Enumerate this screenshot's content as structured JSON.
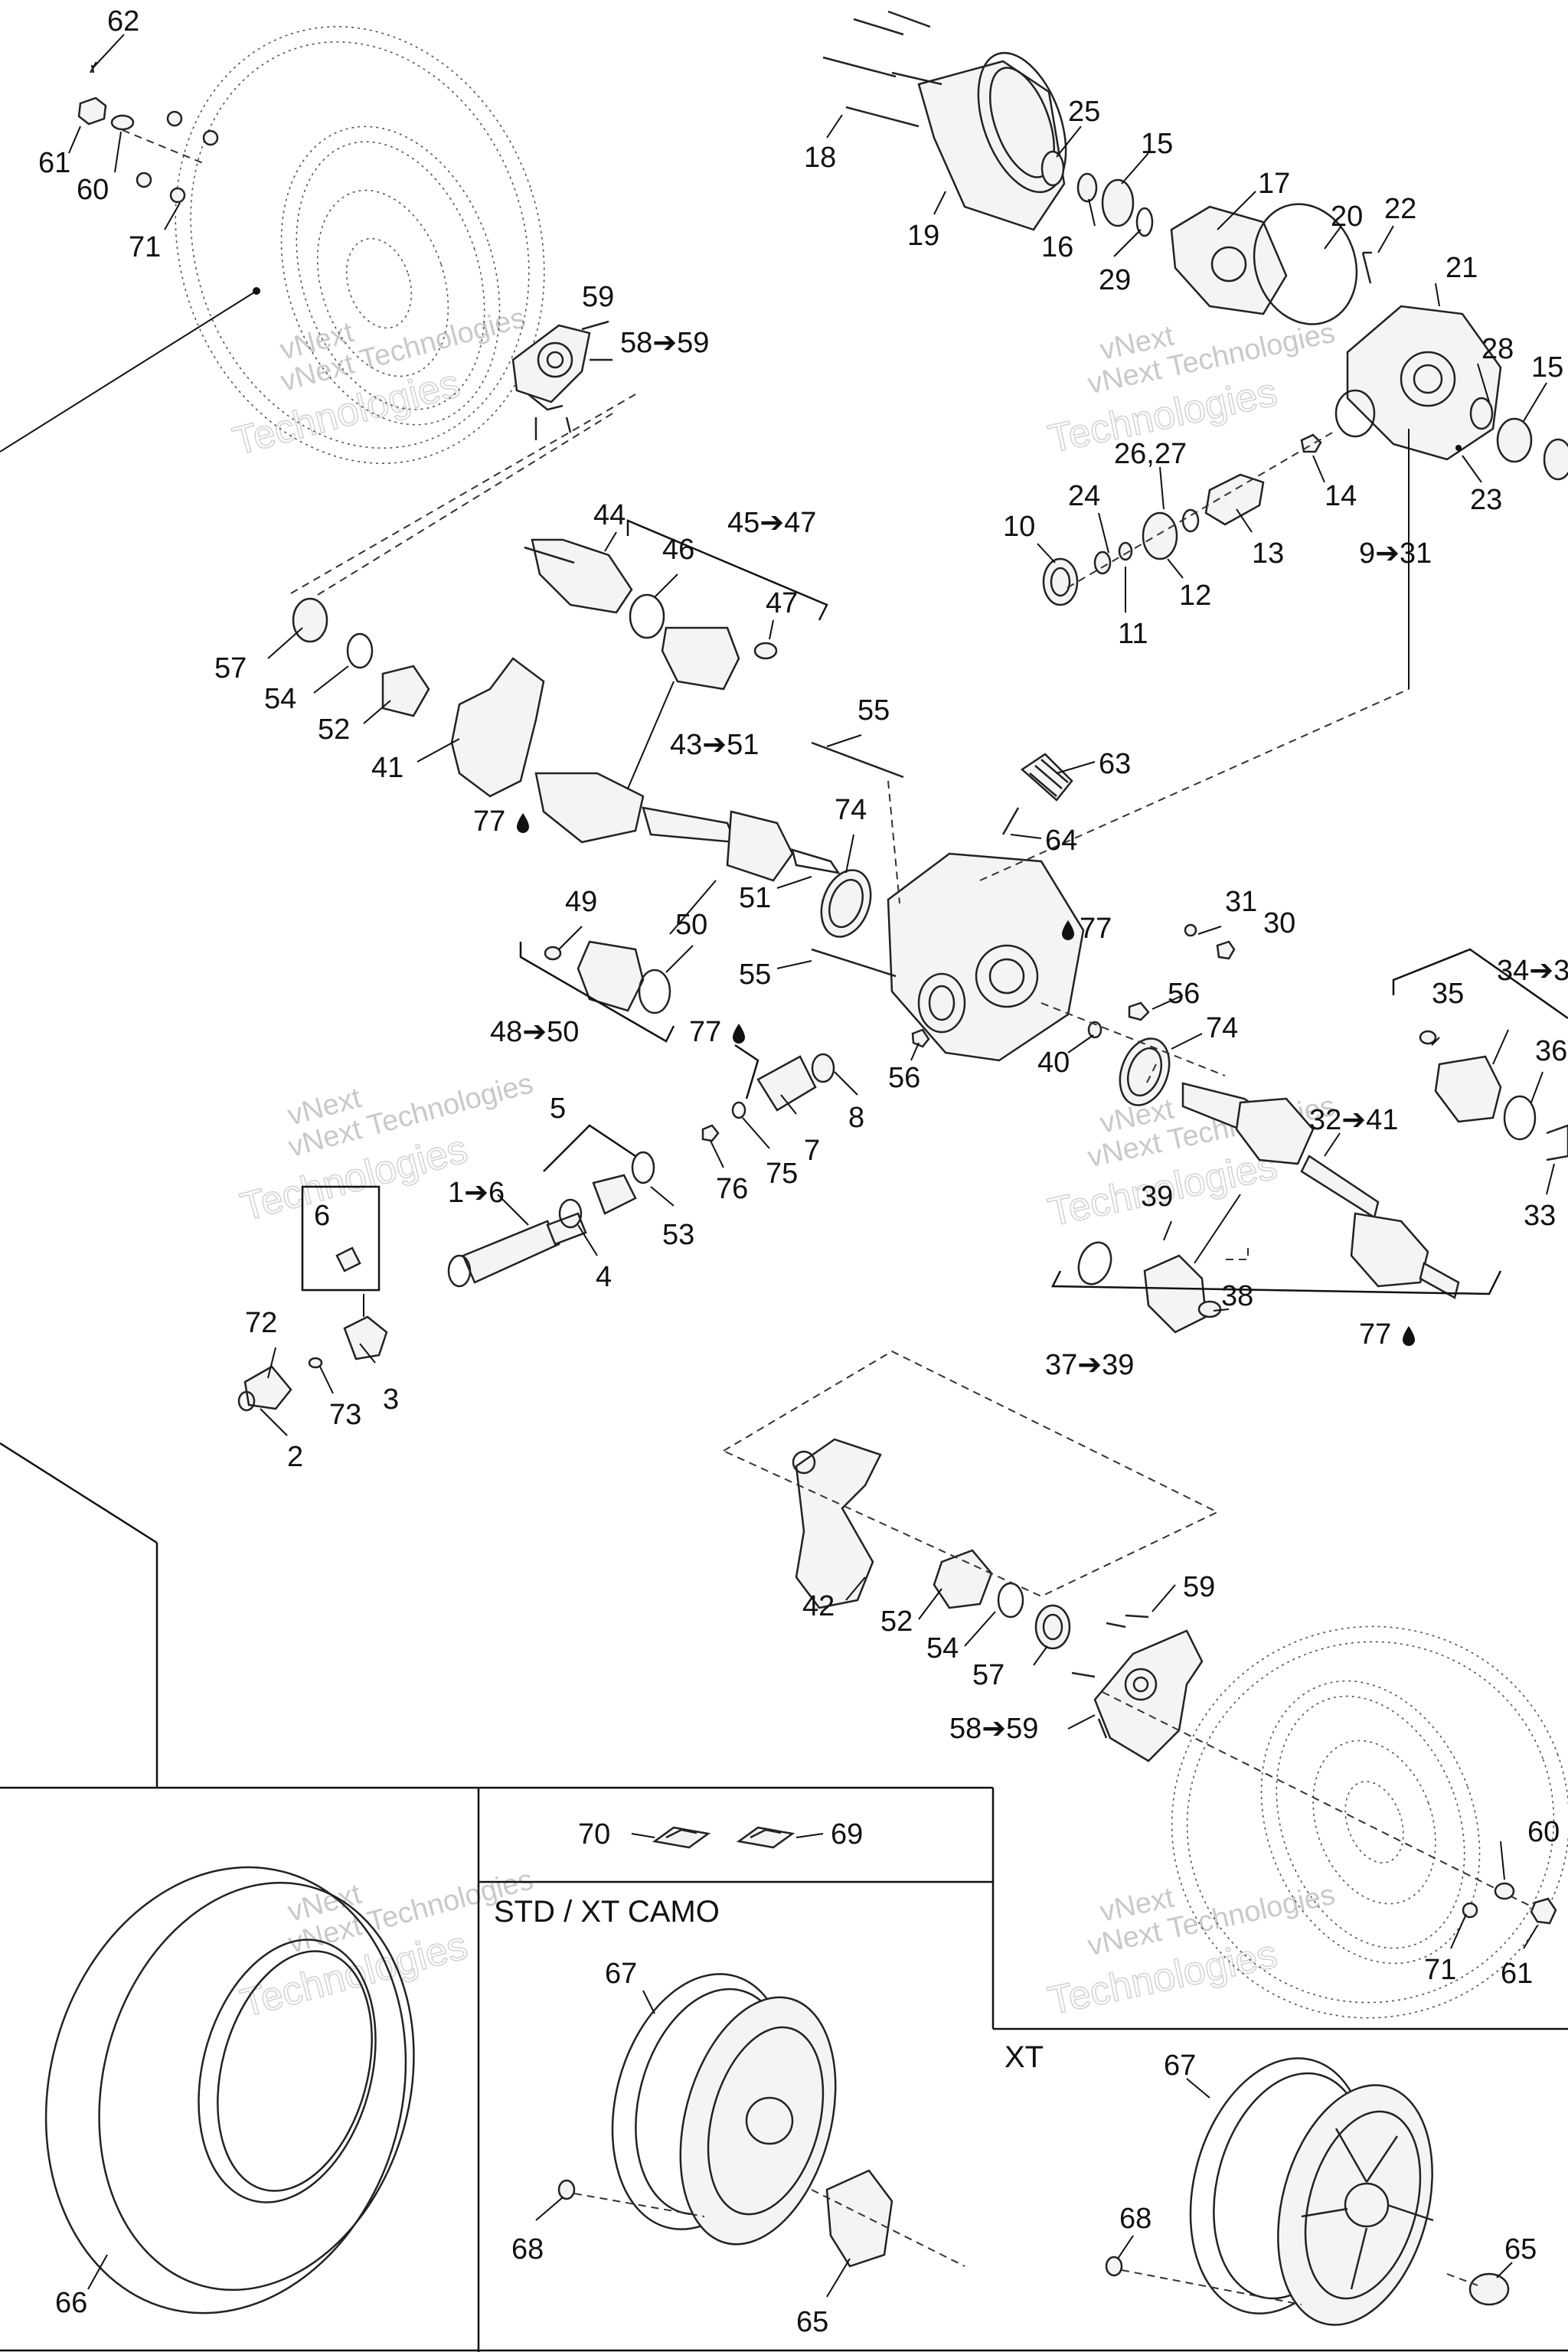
{
  "watermark": {
    "line1": "vNext",
    "line2": "Technologies",
    "full": "vNext Technologies"
  },
  "sections": {
    "std": "STD / XT CAMO",
    "xt": "XT"
  },
  "labels": {
    "l62": "62",
    "l61": "61",
    "l60": "60",
    "l71a": "71",
    "l59a": "59",
    "l5859a": "58➔59",
    "l18": "18",
    "l19": "19",
    "l25": "25",
    "l15a": "15",
    "l16": "16",
    "l17": "17",
    "l29": "29",
    "l20": "20",
    "l22": "22",
    "l21": "21",
    "l28": "28",
    "l15b": "15",
    "l23": "23",
    "l14": "14",
    "l931": "9➔31",
    "l2627": "26,27",
    "l24": "24",
    "l10": "10",
    "l11": "11",
    "l12": "12",
    "l13": "13",
    "l44": "44",
    "l46": "46",
    "l4547": "45➔47",
    "l47": "47",
    "l57a": "57",
    "l54a": "54",
    "l52a": "52",
    "l41": "41",
    "l77a": "77",
    "l4351": "43➔51",
    "l55a": "55",
    "l74a": "74",
    "l63": "63",
    "l64": "64",
    "l51": "51",
    "l49": "49",
    "l50": "50",
    "l4850": "48➔50",
    "l77b": "77",
    "l31": "31",
    "l30": "30",
    "l55b": "55",
    "l77c": "77",
    "l56a": "56",
    "l56b": "56",
    "l74b": "74",
    "l40": "40",
    "l8": "8",
    "l7": "7",
    "l75": "75",
    "l76": "76",
    "l5": "5",
    "l16b": "1➔6",
    "l4": "4",
    "l53": "53",
    "l6": "6",
    "l72": "72",
    "l73": "73",
    "l3": "3",
    "l2": "2",
    "l35": "35",
    "l343": "34➔3",
    "l36": "36",
    "l33": "33",
    "l3241": "32➔41",
    "l39": "39",
    "l38": "38",
    "l3739": "37➔39",
    "l77d": "77",
    "l42": "42",
    "l52b": "52",
    "l54b": "54",
    "l57b": "57",
    "l59b": "59",
    "l5859b": "58➔59",
    "l70": "70",
    "l69": "69",
    "l67a": "67",
    "l68a": "68",
    "l65a": "65",
    "l66": "66",
    "l60b": "60",
    "l71b": "71",
    "l61b": "61",
    "l67b": "67",
    "l68b": "68",
    "l65b": "65"
  }
}
